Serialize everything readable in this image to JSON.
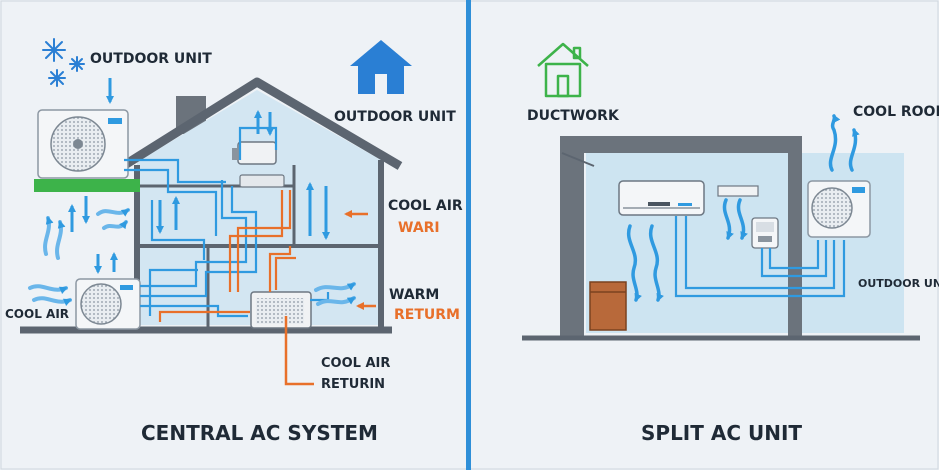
{
  "left": {
    "caption": "CENTRAL AC SYSTEM",
    "labels": {
      "outdoor_unit_top": "OUTDOOR UNIT",
      "outdoor_unit_right": "OUTDOOR UNIT",
      "cool_air_left": "COOL AIR",
      "cool_air_right": "COOL AIR",
      "wari": "WARI",
      "warm": "WARM",
      "returm": "RETURM",
      "cool_air_return_1": "COOL AIR",
      "cool_air_return_2": "RETURIN"
    }
  },
  "right": {
    "caption": "SPLIT AC UNIT",
    "labels": {
      "ductwork": "DUCTWORK",
      "cool_room": "COOL ROOM",
      "outdoor_unit": "OUTDOOR UNIT"
    }
  },
  "colors": {
    "background": "#eef2f6",
    "divider": "#2e8fd8",
    "blue_icon": "#2a7fd4",
    "green_icon": "#3db34a",
    "cold_flow": "#2f9ae0",
    "warm_flow": "#e8702a",
    "wall": "#5c6570",
    "room_fill": "#cde4f1"
  },
  "icons": [
    "snowflake-icon",
    "house-icon",
    "house-outline-icon"
  ]
}
